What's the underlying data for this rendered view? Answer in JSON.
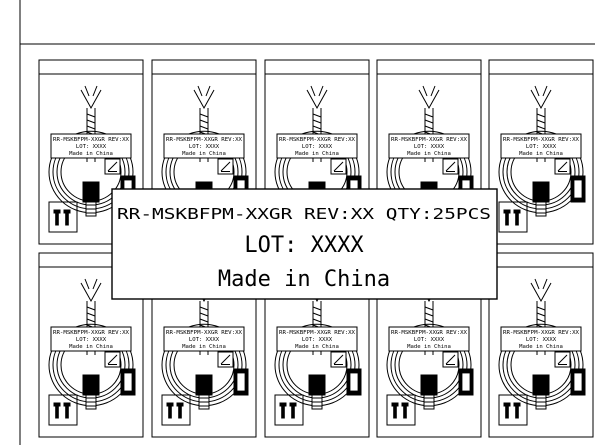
{
  "label": {
    "line1": "RR-MSKBFPM-XXGR REV:XX QTY:25PCS",
    "line2": "LOT: XXXX",
    "line3": "Made in China"
  },
  "bag_label": {
    "line1": "RR-MSKBFPM-XXGR REV:XX",
    "line2": "LOT: XXXX",
    "line3": "Made in China"
  }
}
